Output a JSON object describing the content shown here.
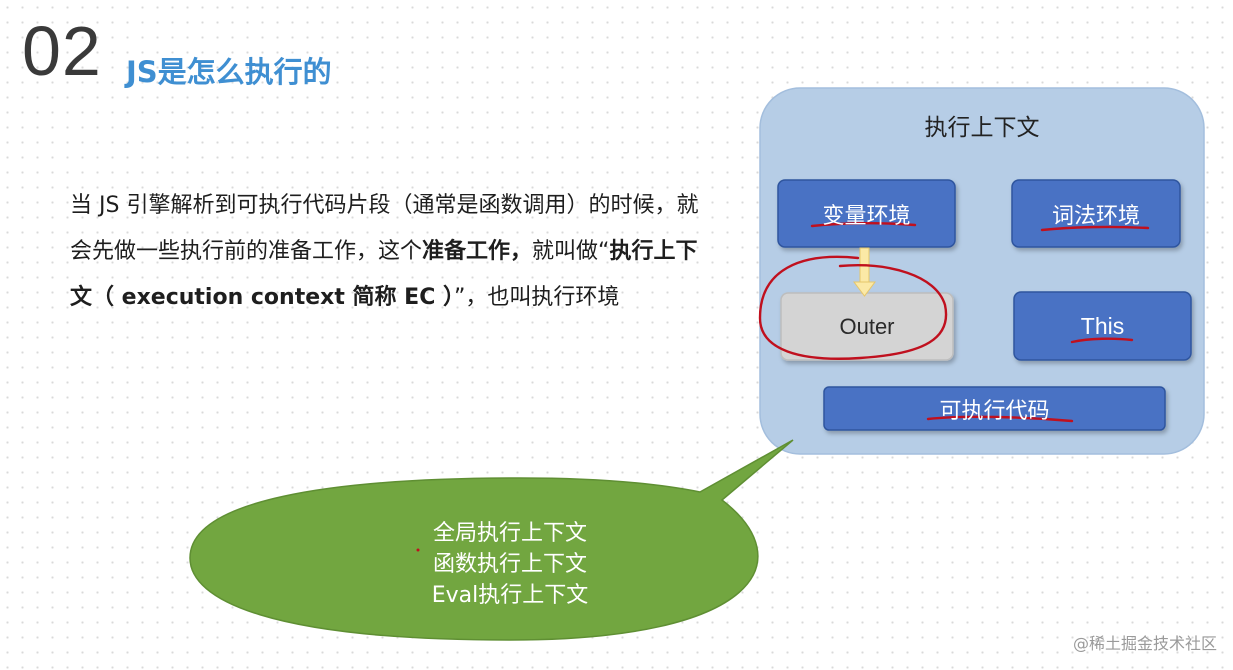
{
  "slide": {
    "number": "02",
    "title": "JS是怎么执行的"
  },
  "paragraph": {
    "p1": "当 JS 引擎解析到可执行代码片段（通常是函数调用）的时候，就会先做一些执行前的准备工作，这个",
    "p2": "准备工作，",
    "p3": "就叫做“",
    "p4": "执行上下文（ execution context 简称 EC ）",
    "p5": "”，也叫执行环境"
  },
  "diagram": {
    "panel_title": "执行上下文",
    "variable_env": "变量环境",
    "lexical_env": "词法环境",
    "outer": "Outer",
    "this": "This",
    "executable_code": "可执行代码"
  },
  "bubble": {
    "line1": "全局执行上下文",
    "line2": "函数执行上下文",
    "line3": "Eval执行上下文"
  },
  "watermark": "@稀土掘金技术社区",
  "colors": {
    "title_blue": "#3f8fd2",
    "panel_fill": "#b6cde6",
    "box_blue": "#4a72c4",
    "outer_gray": "#d4d4d4",
    "bubble_green": "#72a640",
    "annotation_red": "#c0101e"
  }
}
